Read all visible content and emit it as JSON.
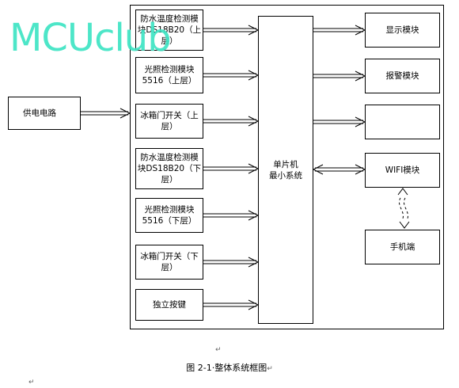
{
  "watermark": "MCUclub",
  "power_block": "供电电路",
  "mcu_block": [
    "单片机",
    "最小系统"
  ],
  "input_blocks": [
    [
      "防水温度检测模",
      "块DS18B20（上",
      "层）"
    ],
    [
      "光照检测模块",
      "5516（上层）"
    ],
    [
      "冰箱门开关（上",
      "层）"
    ],
    [
      "防水温度检测模",
      "块DS18B20（下",
      "层）"
    ],
    [
      "光照检测模块",
      "5516（下层）"
    ],
    [
      "冰箱门开关（下",
      "层）"
    ],
    [
      "独立按键"
    ]
  ],
  "output_blocks": {
    "display": "显示模块",
    "alarm": "报警模块",
    "empty": "",
    "wifi": "WIFI模块",
    "phone": "手机端"
  },
  "caption": "图 2-1·整体系统框图",
  "paragraph_marks": [
    "↵",
    "↵",
    "↵"
  ]
}
